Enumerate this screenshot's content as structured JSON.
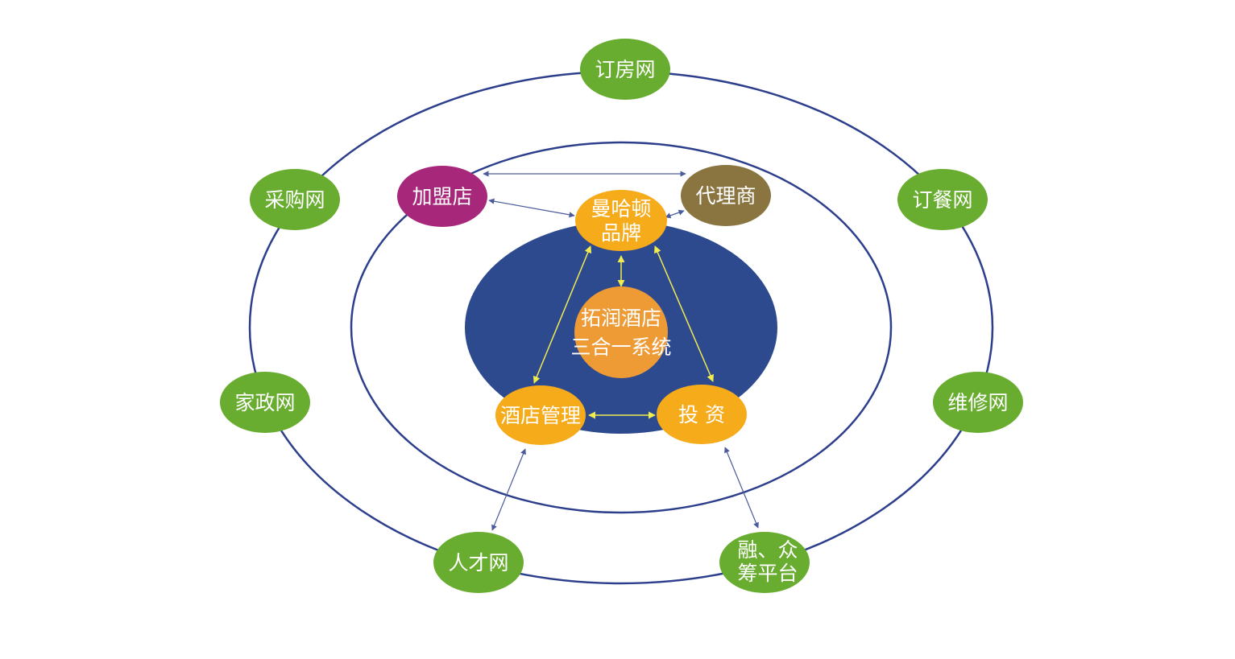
{
  "colors": {
    "orbit_line": "#2d3f8c",
    "core_ellipse": "#2e4a8f",
    "green_node": "#68ad2f",
    "brand_node": "#f6ab1b",
    "center_node": "#ee9a35",
    "franchise_node": "#a7277a",
    "agent_node": "#8a7540",
    "inner_arrow": "#f0ec50",
    "outer_arrow": "#4a5a9c"
  },
  "center": {
    "line1": "拓润酒店",
    "line2": "三合一系统"
  },
  "inner_nodes": {
    "brand": {
      "line1": "曼哈顿",
      "line2": "品牌"
    },
    "hotel_management": {
      "label": "酒店管理"
    },
    "investment": {
      "label": "投 资"
    }
  },
  "middle_ring_nodes": {
    "franchise": {
      "label": "加盟店"
    },
    "agent": {
      "label": "代理商"
    }
  },
  "outer_ring_nodes": {
    "booking": {
      "label": "订房网"
    },
    "catering": {
      "label": "订餐网"
    },
    "maintenance": {
      "label": "维修网"
    },
    "finance": {
      "line1": "融、众",
      "line2": "筹平台"
    },
    "talent": {
      "label": "人才网"
    },
    "housekeeping": {
      "label": "家政网"
    },
    "procurement": {
      "label": "采购网"
    }
  }
}
